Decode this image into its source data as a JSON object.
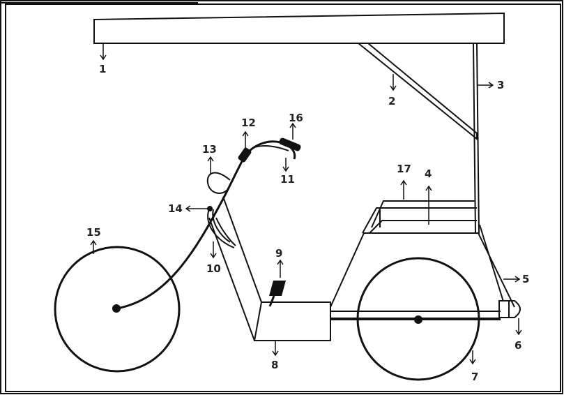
{
  "diagram": {
    "colors": {
      "stroke": "#111111",
      "text": "#222222",
      "background": "#ffffff"
    },
    "labels": {
      "l1": "1",
      "l2": "2",
      "l3": "3",
      "l4": "4",
      "l5": "5",
      "l6": "6",
      "l7": "7",
      "l8": "8",
      "l9": "9",
      "l10": "10",
      "l11": "11",
      "l12": "12",
      "l13": "13",
      "l14": "14",
      "l15": "15",
      "l16": "16",
      "l17": "17"
    }
  }
}
